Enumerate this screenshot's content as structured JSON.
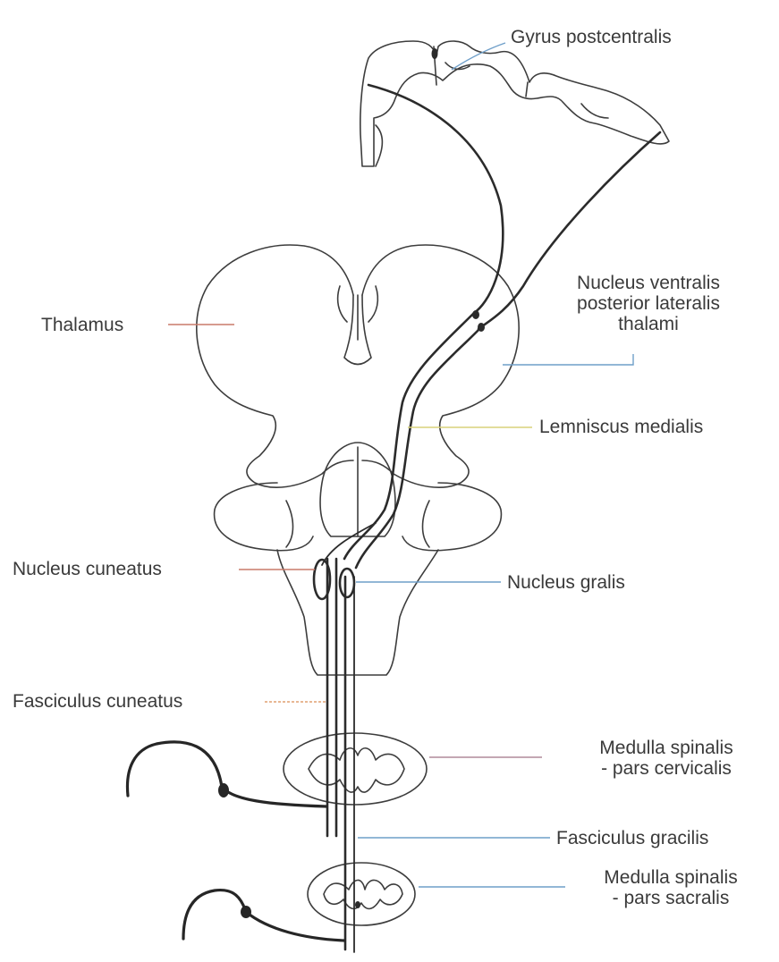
{
  "labels": {
    "gyrus_postcentralis": "Gyrus postcentralis",
    "thalamus": "Thalamus",
    "nucleus_ventralis_line1": "Nucleus ventralis",
    "nucleus_ventralis_line2": "posterior lateralis",
    "nucleus_ventralis_line3": "thalami",
    "lemniscus_medialis": "Lemniscus medialis",
    "nucleus_cuneatus": "Nucleus cuneatus",
    "nucleus_gracilis": "Nucleus gralis",
    "fasciculus_cuneatus": "Fasciculus cuneatus",
    "medulla_cervicalis_line1": "Medulla spinalis",
    "medulla_cervicalis_line2": "- pars cervicalis",
    "fasciculus_gracilis": "Fasciculus gracilis",
    "medulla_sacralis_line1": "Medulla spinalis",
    "medulla_sacralis_line2": "- pars sacralis"
  },
  "colors": {
    "outline": "#3d3d3d",
    "tract": "#2b2b2b",
    "leader_red": "#c97a6a",
    "leader_blue": "#6f9fc9",
    "leader_yellow": "#d8d27a",
    "leader_mixed": "#b08a9a",
    "text": "#3a3a3a"
  }
}
